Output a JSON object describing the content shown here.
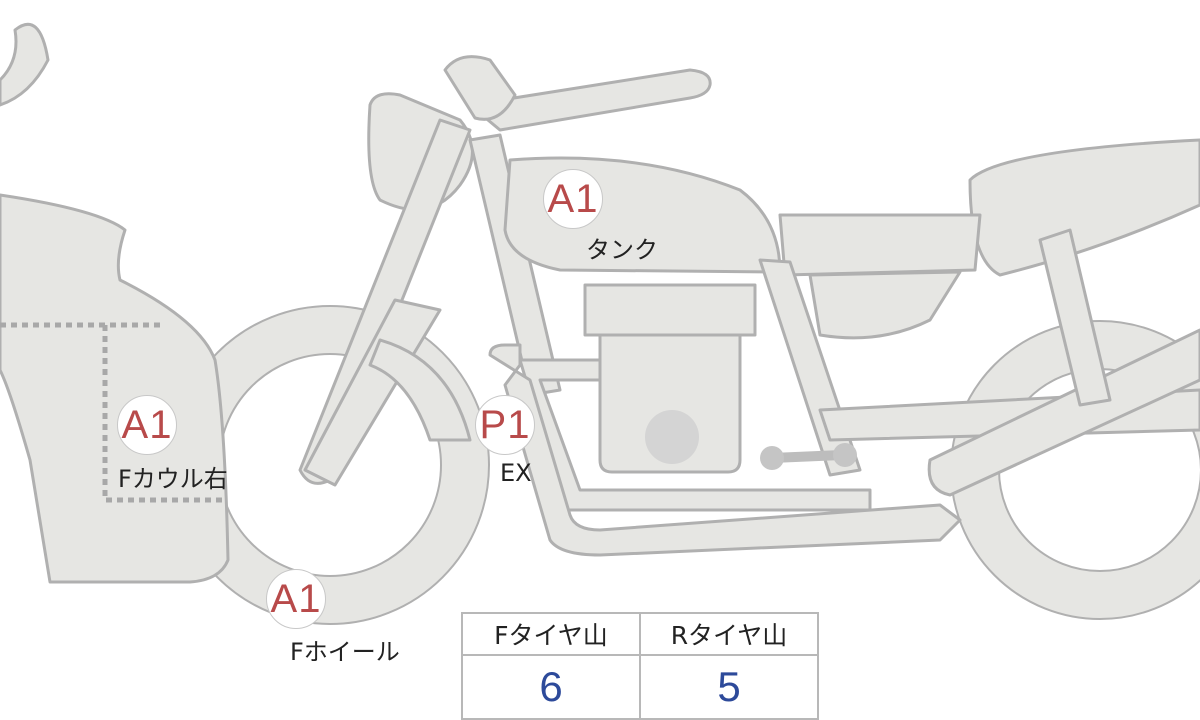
{
  "colors": {
    "body_fill": "#e6e6e3",
    "body_stroke": "#b0b0b0",
    "marker_text": "#b84a4a",
    "value_text": "#2d4a9a"
  },
  "markers": [
    {
      "code": "A1",
      "part": "タンク"
    },
    {
      "code": "A1",
      "part": "Fカウル右"
    },
    {
      "code": "P1",
      "part": "EX"
    },
    {
      "code": "A1",
      "part": "Fホイール"
    }
  ],
  "tread_table": {
    "headers": [
      "Fタイヤ山",
      "Rタイヤ山"
    ],
    "values": [
      "6",
      "5"
    ]
  }
}
